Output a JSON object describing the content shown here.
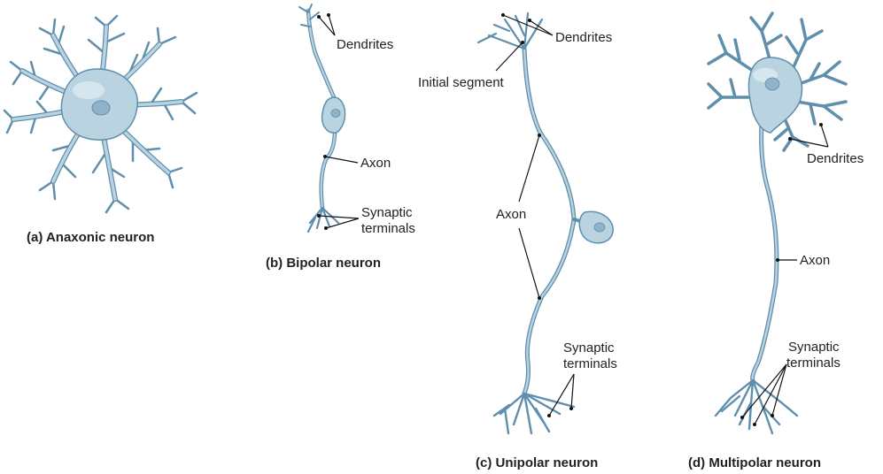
{
  "colors": {
    "fill": "#b9d3e1",
    "outline": "#5f8fac",
    "highlight": "#e3eef5",
    "nucleus": "#8fb3c9"
  },
  "neurons": {
    "a": {
      "caption": "(a) Anaxonic neuron"
    },
    "b": {
      "caption": "(b) Bipolar neuron",
      "dendrites": "Dendrites",
      "axon": "Axon",
      "synaptic_1": "Synaptic",
      "synaptic_2": "terminals"
    },
    "c": {
      "caption": "(c) Unipolar neuron",
      "dendrites": "Dendrites",
      "initial_segment": "Initial segment",
      "axon": "Axon",
      "synaptic_1": "Synaptic",
      "synaptic_2": "terminals"
    },
    "d": {
      "caption": "(d) Multipolar neuron",
      "dendrites": "Dendrites",
      "axon": "Axon",
      "synaptic_1": "Synaptic",
      "synaptic_2": "terminals"
    }
  }
}
